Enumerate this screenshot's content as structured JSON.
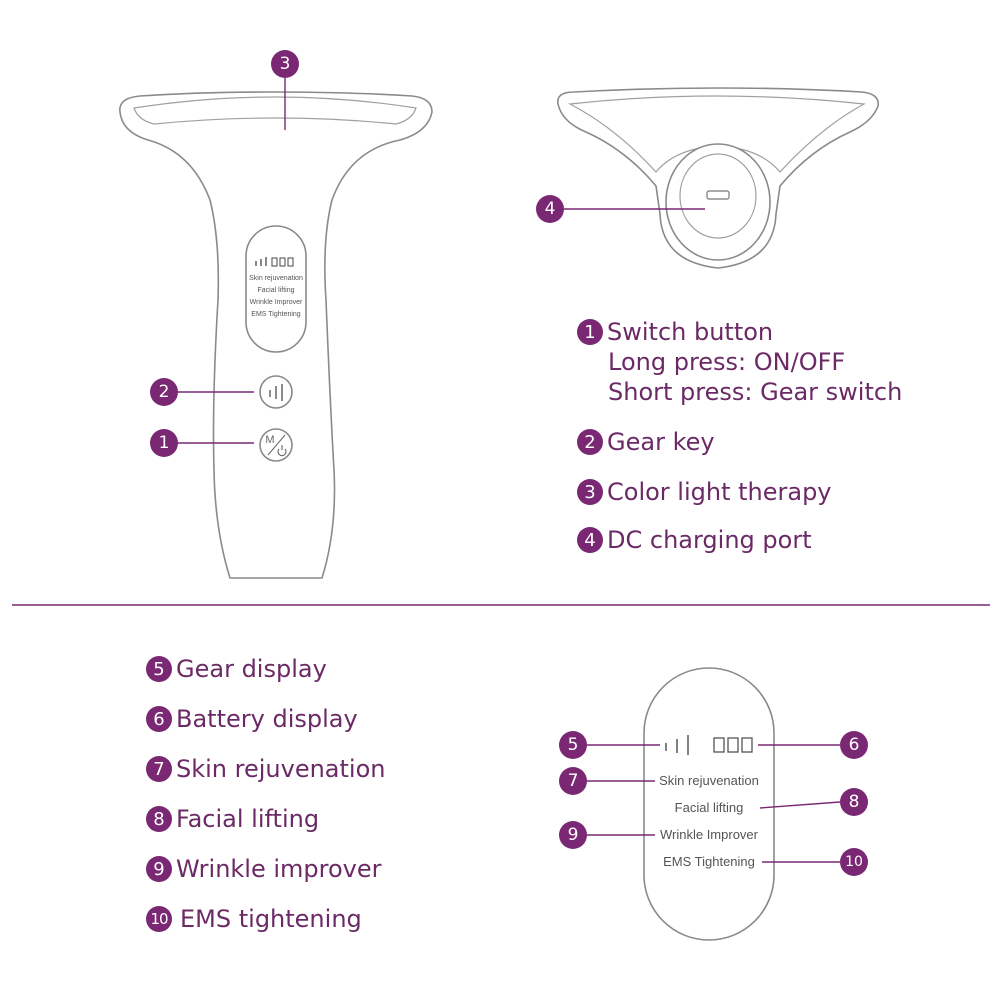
{
  "colors": {
    "accent": "#7a2873",
    "text": "#6b2a66",
    "outline": "#8a8a8a",
    "divider": "#7a2873"
  },
  "callouts": {
    "c1": "1",
    "c2": "2",
    "c3": "3",
    "c4": "4",
    "c5": "5",
    "c6": "6",
    "c7": "7",
    "c8": "8",
    "c9": "9",
    "c10": "10"
  },
  "device_panel": {
    "labels": [
      "Skin rejuvenation",
      "Facial lifting",
      "Wrinkle Improver",
      "EMS Tightening"
    ]
  },
  "zoom_panel": {
    "labels": [
      "Skin rejuvenation",
      "Facial lifting",
      "Wrinkle Improver",
      "EMS Tightening"
    ]
  },
  "mode_button_glyph": "M",
  "legend_top": [
    {
      "num": "1",
      "title": "Switch button",
      "lines": [
        "Long press: ON/OFF",
        "Short press: Gear switch"
      ]
    },
    {
      "num": "2",
      "title": "Gear key"
    },
    {
      "num": "3",
      "title": "Color light therapy"
    },
    {
      "num": "4",
      "title": "DC charging port"
    }
  ],
  "legend_bottom": [
    {
      "num": "5",
      "title": "Gear display"
    },
    {
      "num": "6",
      "title": "Battery display"
    },
    {
      "num": "7",
      "title": "Skin rejuvenation"
    },
    {
      "num": "8",
      "title": "Facial lifting"
    },
    {
      "num": "9",
      "title": "Wrinkle improver"
    },
    {
      "num": "10",
      "title": "EMS tightening"
    }
  ]
}
